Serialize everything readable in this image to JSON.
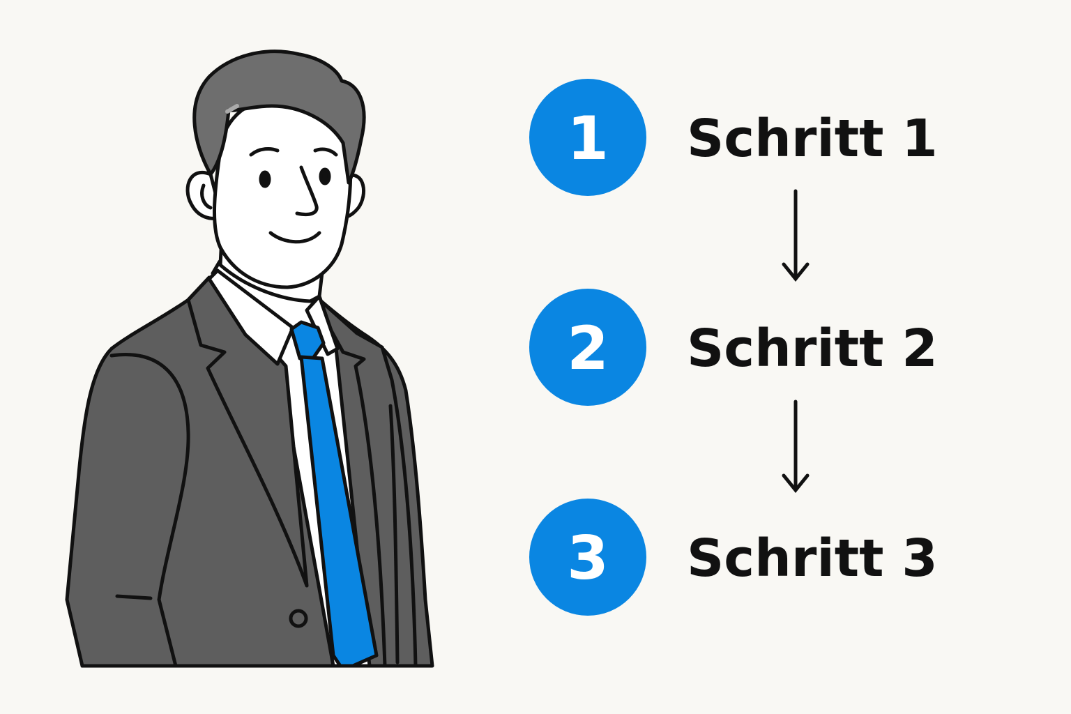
{
  "colors": {
    "background": "#f9f8f4",
    "accent_blue": "#0a86e2",
    "suit_gray": "#5e5e5e",
    "hair_gray": "#6e6e6e",
    "outline": "#111111",
    "skin": "#ffffff"
  },
  "figure": {
    "icon": "businessman-illustration"
  },
  "steps": [
    {
      "number": "1",
      "label": "Schritt 1"
    },
    {
      "number": "2",
      "label": "Schritt 2"
    },
    {
      "number": "3",
      "label": "Schritt 3"
    }
  ],
  "connector_icon": "arrow-down-icon"
}
